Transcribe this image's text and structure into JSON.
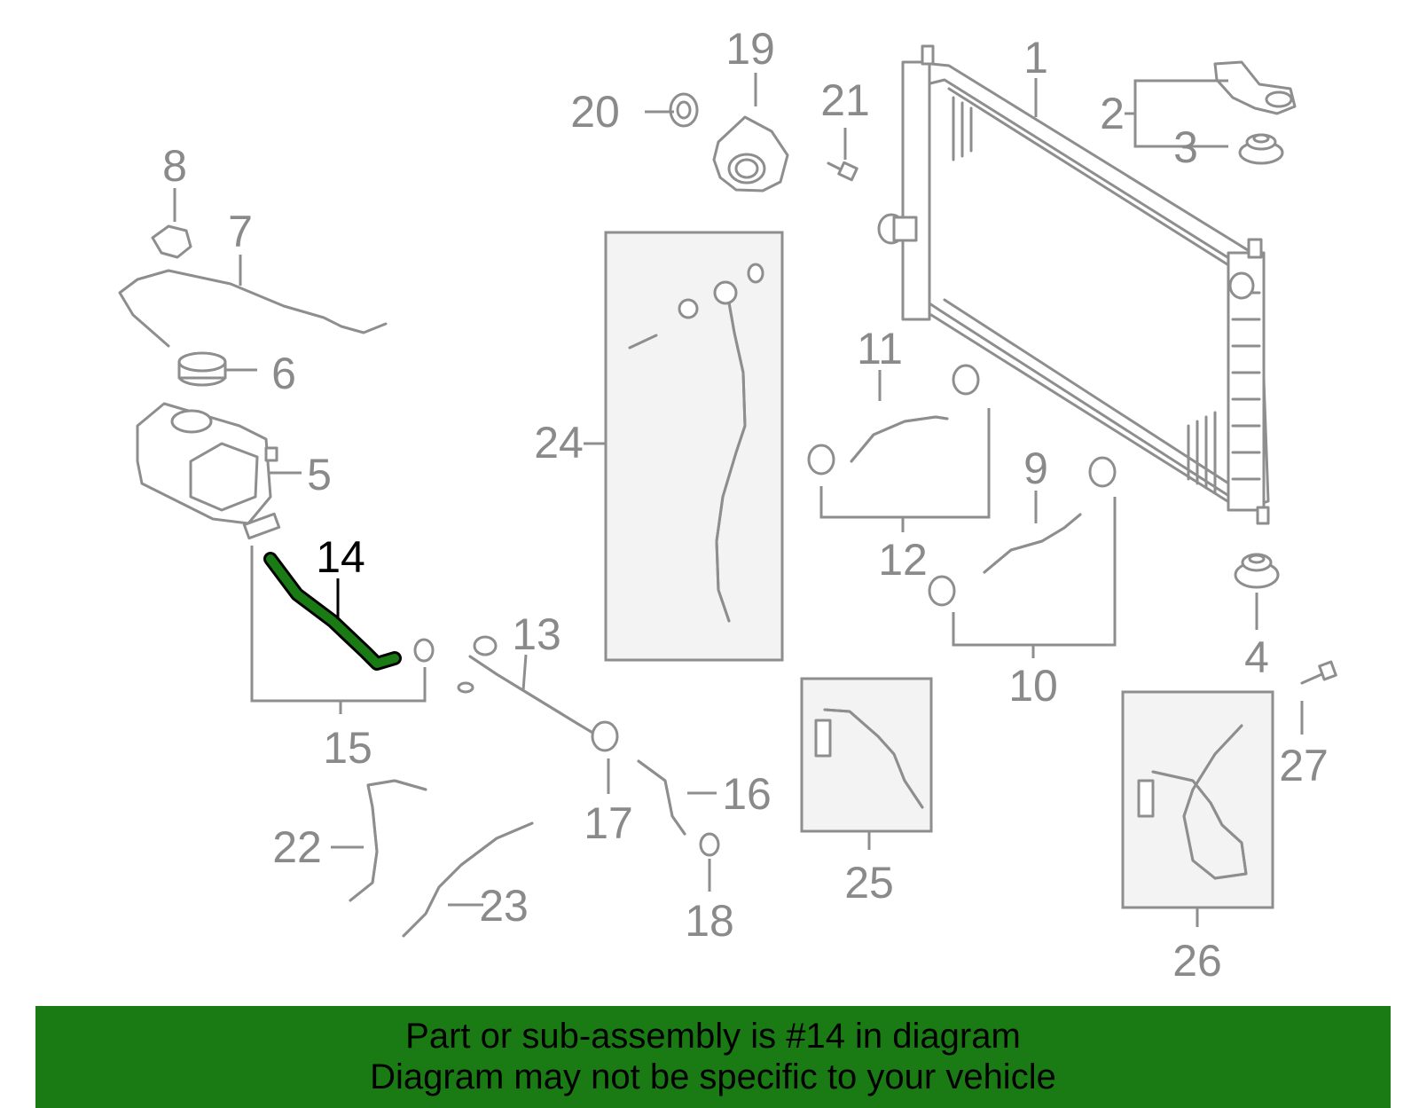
{
  "callouts": {
    "c1": "1",
    "c2": "2",
    "c3": "3",
    "c4": "4",
    "c5": "5",
    "c6": "6",
    "c7": "7",
    "c8": "8",
    "c9": "9",
    "c10": "10",
    "c11": "11",
    "c12": "12",
    "c13": "13",
    "c14": "14",
    "c15": "15",
    "c16": "16",
    "c17": "17",
    "c18": "18",
    "c19": "19",
    "c20": "20",
    "c21": "21",
    "c22": "22",
    "c23": "23",
    "c24": "24",
    "c25": "25",
    "c26": "26",
    "c27": "27"
  },
  "highlight_part": "14",
  "colors": {
    "highlight_hose": "#1a7b14",
    "banner_background": "#1a7b14",
    "line_gray": "#8e8e8e",
    "box_fill": "#f3f3f3"
  },
  "banner": {
    "line1": "Part or sub-assembly is #14 in diagram",
    "line2": "Diagram may not be specific to your vehicle"
  }
}
